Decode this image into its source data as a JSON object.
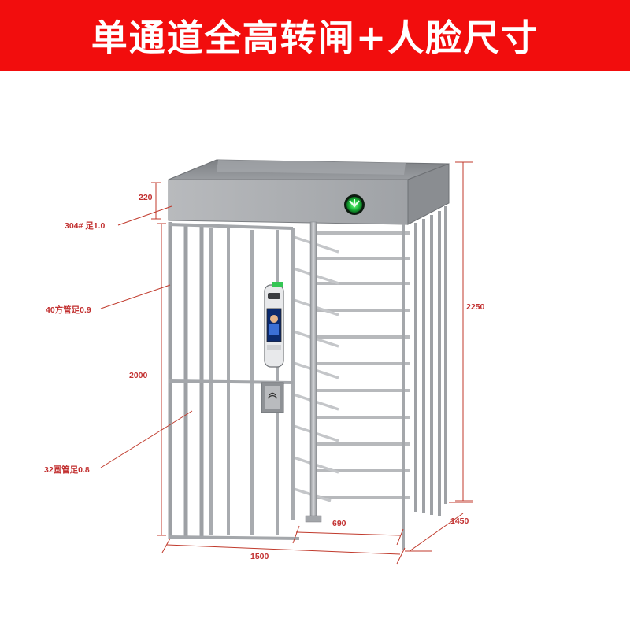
{
  "title": "单通道全高转闸+人脸尺寸",
  "colors": {
    "banner": "#f20d0d",
    "banner_text": "#ffffff",
    "dimension": "#c0392b",
    "frame": "#a6a9ad",
    "roof": "#8f9296",
    "indicator": "#21c94a"
  },
  "dimensions": {
    "roof_height": "220",
    "roof_material": "304# 足1.0",
    "frame_tube": "40方管足0.9",
    "gate_height": "2000",
    "bar_tube": "32圆管足0.8",
    "total_height": "2250",
    "depth": "1450",
    "passage_width": "690",
    "total_width": "1500"
  },
  "icons": [
    "green-arrow-indicator-icon",
    "face-recognition-terminal",
    "card-reader-icon"
  ]
}
